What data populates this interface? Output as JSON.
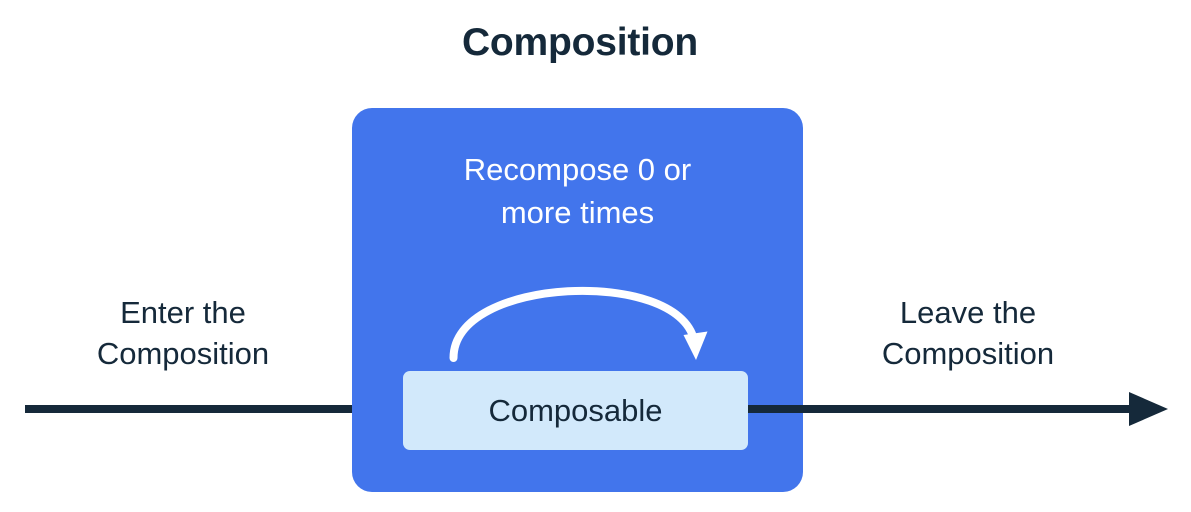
{
  "diagram": {
    "title": "Composition",
    "colors": {
      "background": "#ffffff",
      "composition_fill": "#4275ec",
      "composable_fill": "#d2e9fb",
      "text_dark": "#15293a",
      "text_light": "#ffffff",
      "flow_arrow": "#15293a",
      "recompose_arrow": "#ffffff"
    },
    "composition_region": {
      "recompose_caption": "Recompose 0 or\nmore times",
      "recompose_arrow_icon": "curved-loop-arrow-icon",
      "composable_node": {
        "label": "Composable"
      }
    },
    "flows": [
      {
        "id": "enter",
        "label": "Enter the\nComposition",
        "icon": "right-arrow-icon",
        "direction": "right"
      },
      {
        "id": "leave",
        "label": "Leave the\nComposition",
        "icon": "right-arrow-icon",
        "direction": "right"
      }
    ]
  }
}
